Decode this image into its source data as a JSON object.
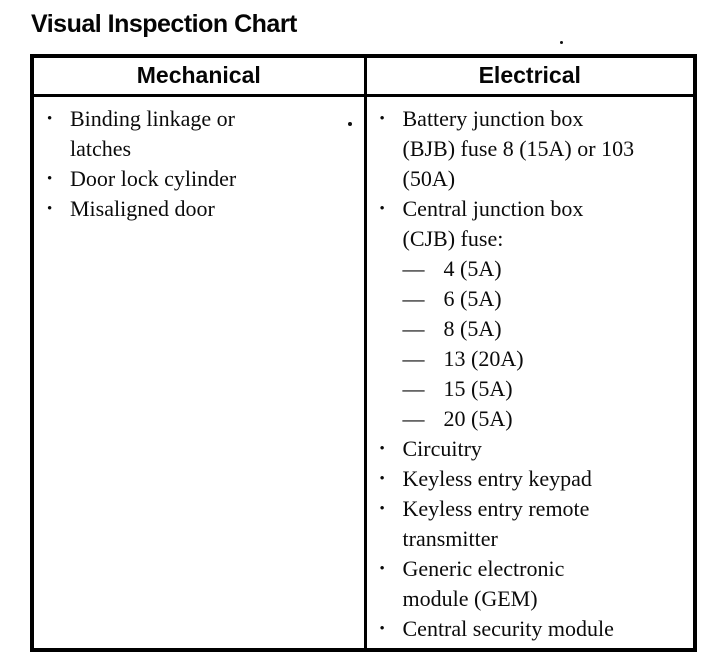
{
  "page": {
    "title": "Visual Inspection Chart"
  },
  "glyphs": {
    "bullet": "•",
    "dash": "—"
  },
  "table": {
    "headers": {
      "mechanical": "Mechanical",
      "electrical": "Electrical"
    },
    "mechanical": {
      "items": [
        {
          "text": "Binding linkage or latches",
          "lines": [
            "Binding linkage or",
            "latches"
          ]
        },
        {
          "text": "Door lock cylinder",
          "lines": [
            "Door lock cylinder"
          ]
        },
        {
          "text": "Misaligned door",
          "lines": [
            "Misaligned door"
          ]
        }
      ]
    },
    "electrical": {
      "items": [
        {
          "text": "Battery junction box (BJB) fuse 8 (15A) or 103 (50A)",
          "lines": [
            "Battery junction box",
            "(BJB) fuse 8 (15A) or 103",
            "(50A)"
          ]
        },
        {
          "text": "Central junction box (CJB) fuse:",
          "lines": [
            "Central junction box",
            "(CJB) fuse:"
          ]
        },
        {
          "text": "Circuitry",
          "lines": [
            "Circuitry"
          ]
        },
        {
          "text": "Keyless entry keypad",
          "lines": [
            "Keyless entry keypad"
          ]
        },
        {
          "text": "Keyless entry remote transmitter",
          "lines": [
            "Keyless entry remote",
            "transmitter"
          ]
        },
        {
          "text": "Generic electronic module (GEM)",
          "lines": [
            "Generic electronic",
            "module (GEM)"
          ]
        },
        {
          "text": "Central security module",
          "lines": [
            "Central security module"
          ]
        }
      ],
      "fuse_sub_items": [
        "4 (5A)",
        "6 (5A)",
        "8 (5A)",
        "13 (20A)",
        "15 (5A)",
        "20 (5A)"
      ]
    }
  }
}
